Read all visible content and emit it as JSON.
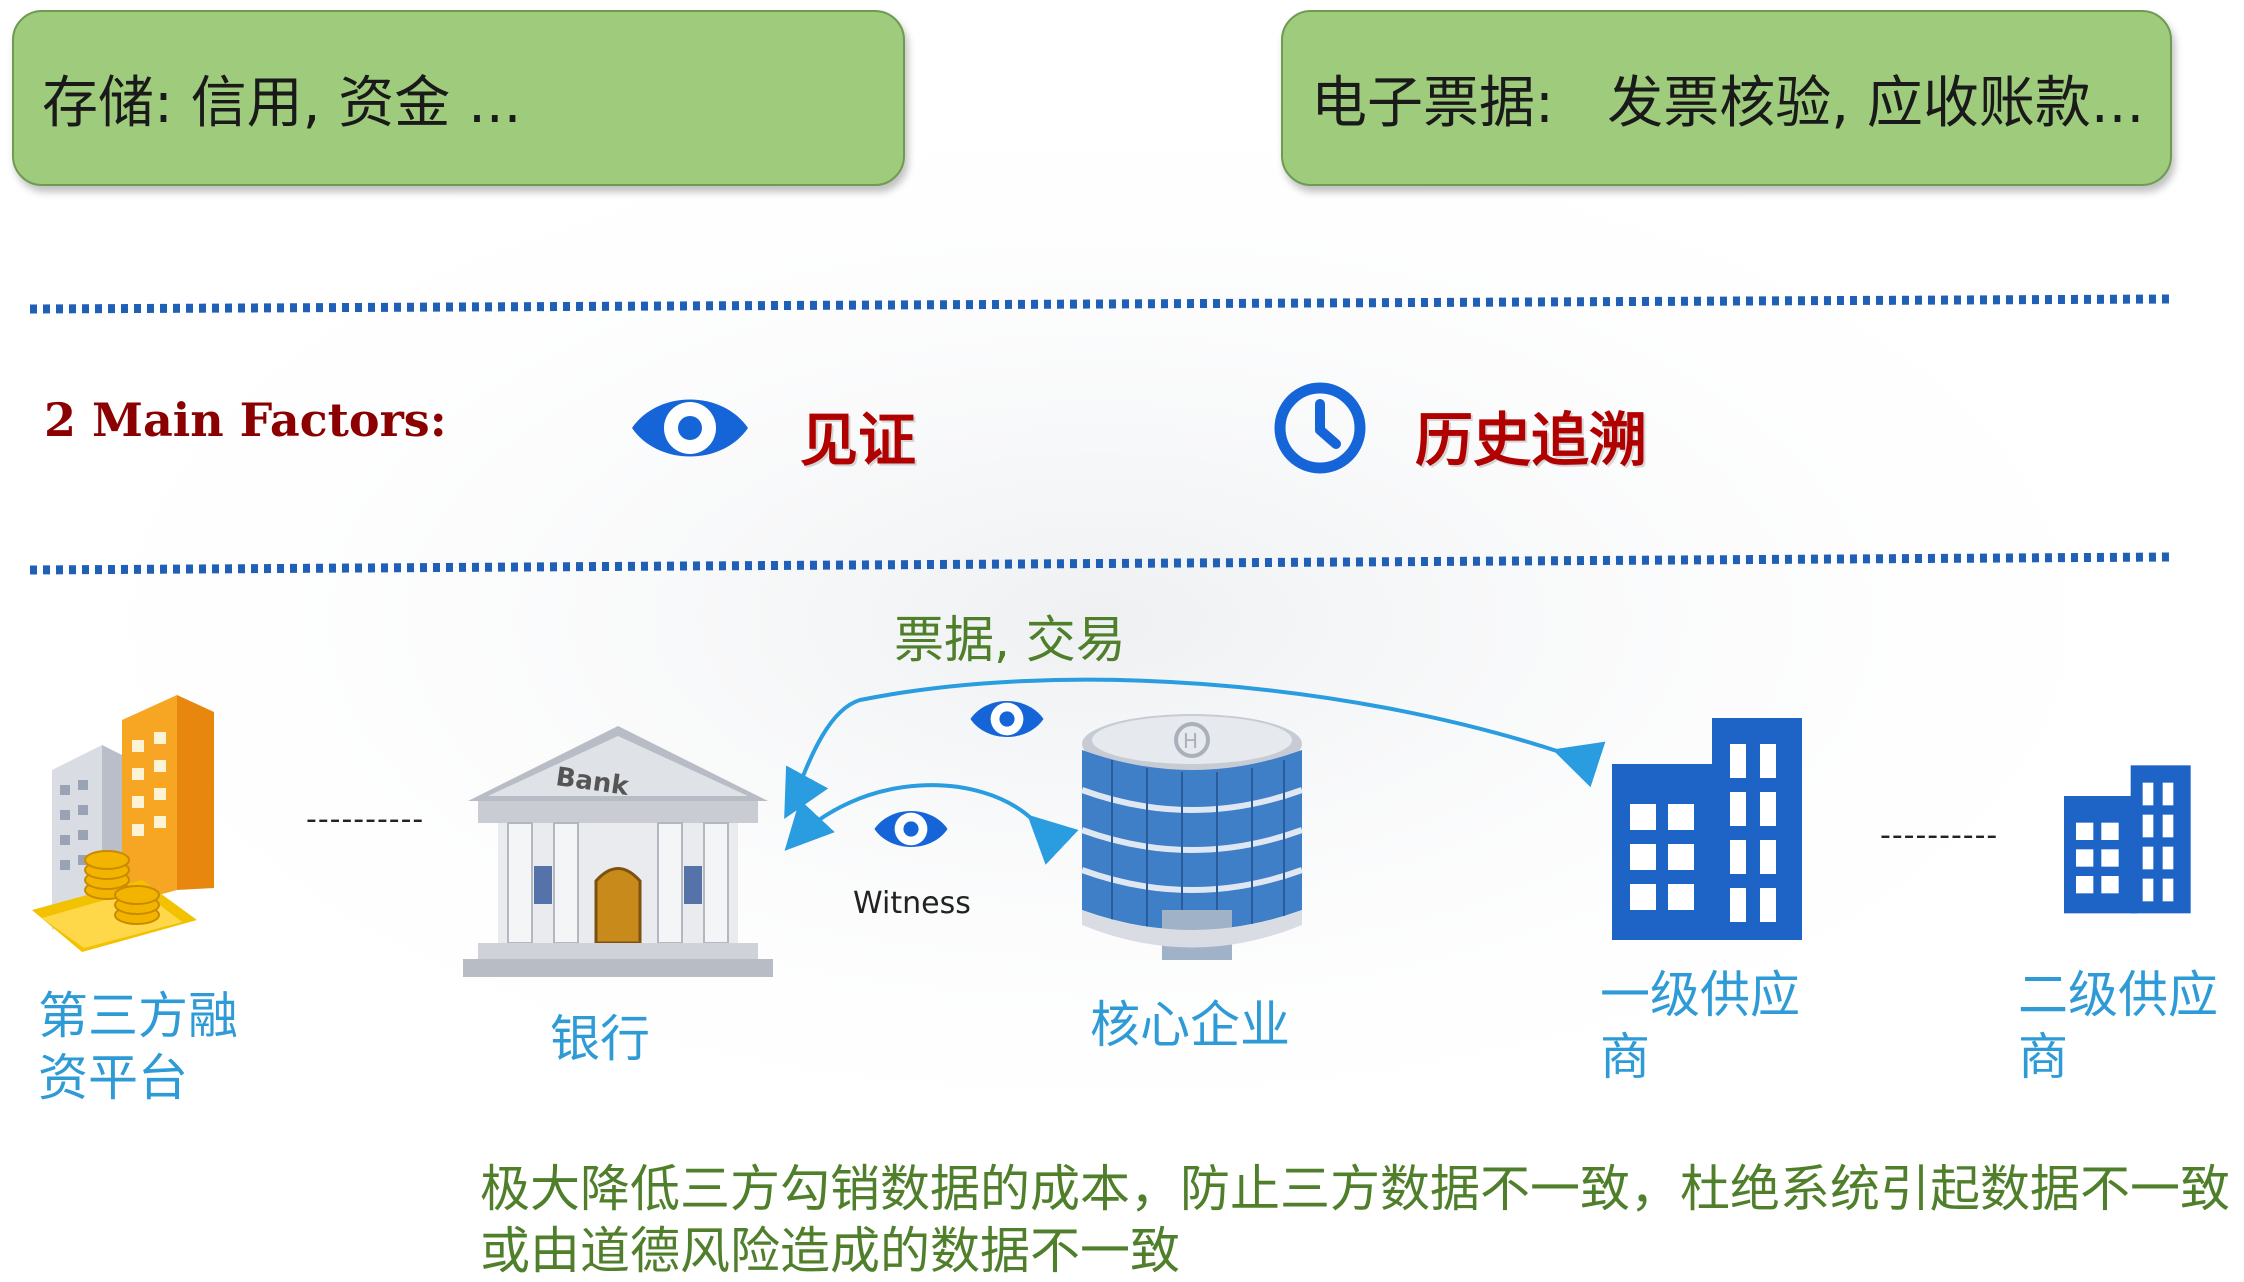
{
  "top_boxes": {
    "left": "存储: 信用, 资金 ...",
    "right": "电子票据:   发票核验, 应收账款..."
  },
  "factors": {
    "label": "2 Main Factors:",
    "items": [
      {
        "icon": "eye-icon",
        "text": "见证"
      },
      {
        "icon": "clock-icon",
        "text": "历史追溯"
      }
    ]
  },
  "flow": {
    "nodes": [
      {
        "id": "third-party",
        "icon": "finance-buildings-icon",
        "label_lines": [
          "第三方融",
          "资平台"
        ]
      },
      {
        "id": "bank",
        "icon": "bank-icon",
        "label_lines": [
          "银行"
        ]
      },
      {
        "id": "core",
        "icon": "office-building-icon",
        "label_lines": [
          "核心企业"
        ]
      },
      {
        "id": "tier1",
        "icon": "building-icon",
        "label_lines": [
          "一级供应",
          "商"
        ]
      },
      {
        "id": "tier2",
        "icon": "building-icon",
        "label_lines": [
          "二级供应",
          "商"
        ]
      }
    ],
    "dash_links": [
      "----------",
      "----------"
    ],
    "arrow_label": "票据, 交易",
    "witness_label": "Witness",
    "bank_sign": "Bank"
  },
  "summary_lines": [
    "极大降低三方勾销数据的成本，防止三方数据不一致，杜绝系统引起数据不一致",
    "或由道德风险造成的数据不一致"
  ],
  "colors": {
    "box_green": "#9ecb7c",
    "dotted_line": "#1f5fb5",
    "factor_red": "#b00000",
    "label_blue": "#2e9bd6",
    "text_green": "#4f7f2a",
    "icon_blue": "#1565d8",
    "arrow_blue": "#2a9ce0"
  }
}
